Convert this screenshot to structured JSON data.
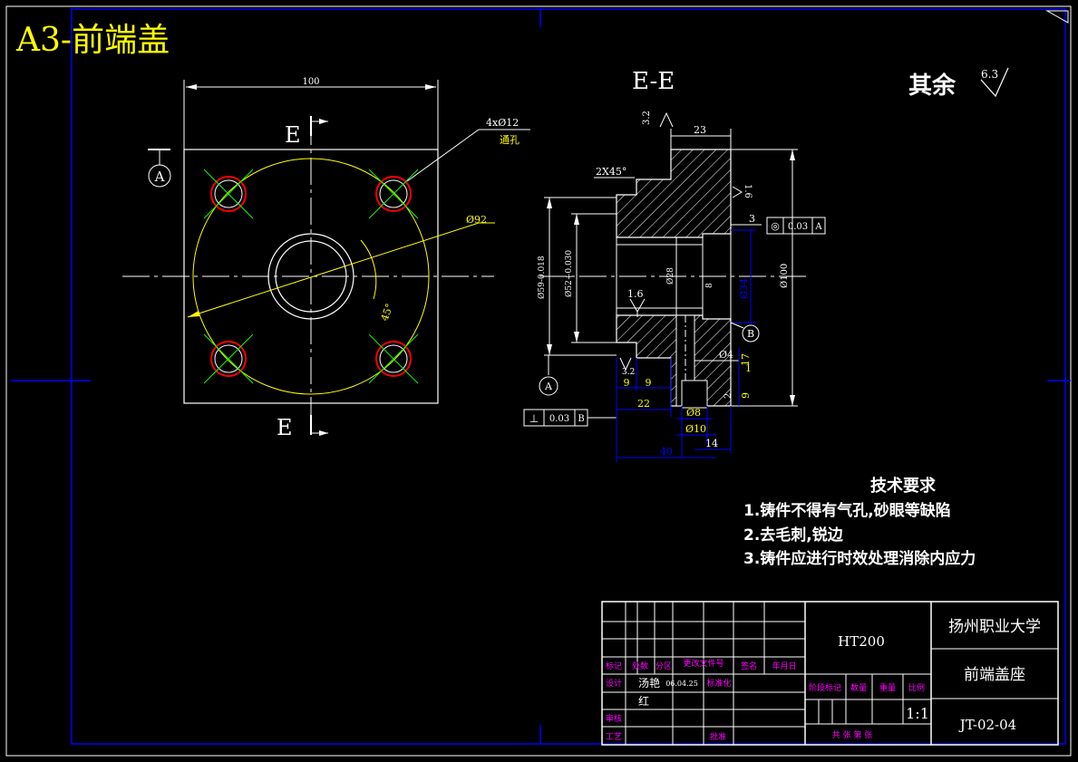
{
  "title": "A3-前端盖",
  "section_label": "E-E",
  "surface_finish": {
    "label": "其余",
    "value": "6.3"
  },
  "front_view": {
    "dim_width": "100",
    "holes_label": "4xØ12",
    "holes_note": "通孔",
    "pcd_label": "Ø92",
    "angle_label": "45°",
    "section_mark_top": "E",
    "section_mark_bottom": "E",
    "datum_a": "A"
  },
  "section_view": {
    "dim_23": "23",
    "finish_32": "3.2",
    "chamfer": "2X45°",
    "finish_16": "1.6",
    "finish_16b": "1.6",
    "finish_32b": "3.2",
    "dim_3": "3",
    "runout": {
      "symbol": "◎",
      "value": "0.03",
      "datum": "A"
    },
    "dim_d59": "Ø59-0.018",
    "dim_d52": "Ø52+0.030",
    "dim_d28": "Ø28",
    "dim_8": "8",
    "dim_d34": "Ø34",
    "dim_d100": "Ø100",
    "dim_d4": "Ø4",
    "dim_17": "17",
    "dim_1": "1",
    "dim_2": "2",
    "dim_9c": "9",
    "dim_9a": "9",
    "dim_9b": "9",
    "dim_22": "22",
    "dim_d8": "Ø8",
    "dim_d10": "Ø10",
    "dim_14": "14",
    "dim_40": "40",
    "datum_a": "A",
    "datum_b": "B",
    "perp": {
      "symbol": "⊥",
      "value": "0.03",
      "datum": "B"
    }
  },
  "tech_requirements": {
    "heading": "技术要求",
    "items": [
      "1.铸件不得有气孔,砂眼等缺陷",
      "2.去毛刺,锐边",
      "3.铸件应进行时效处理消除内应力"
    ]
  },
  "title_block": {
    "material": "HT200",
    "school": "扬州职业大学",
    "part_name": "前端盖座",
    "drawing_no": "JT-02-04",
    "scale": "1:1",
    "labels": {
      "mark": "标记",
      "count": "处数",
      "zone": "分区",
      "change_doc": "更改文件号",
      "sign": "签名",
      "date": "年月日",
      "design": "设计",
      "standard": "标准化",
      "review": "审核",
      "process": "工艺",
      "approve": "批准",
      "stage": "阶段标记",
      "weight_qty": "数量",
      "weight": "重量",
      "ratio": "比例",
      "sheets": "共 张 第 张"
    },
    "designer": "汤艳",
    "designer2": "红",
    "design_date": "06.04.25"
  },
  "colors": {
    "frame": "#0000ff",
    "line": "#ffffff",
    "title": "#ffff00",
    "circle": "#ffff00",
    "hatch": "#ffffff",
    "cross": "#00ff00",
    "hole_ring": "#ff0000",
    "dimension": "#0000ff",
    "dim_text": "#ffff00",
    "leader": "#ffffff",
    "label_magenta": "#ff00ff"
  }
}
